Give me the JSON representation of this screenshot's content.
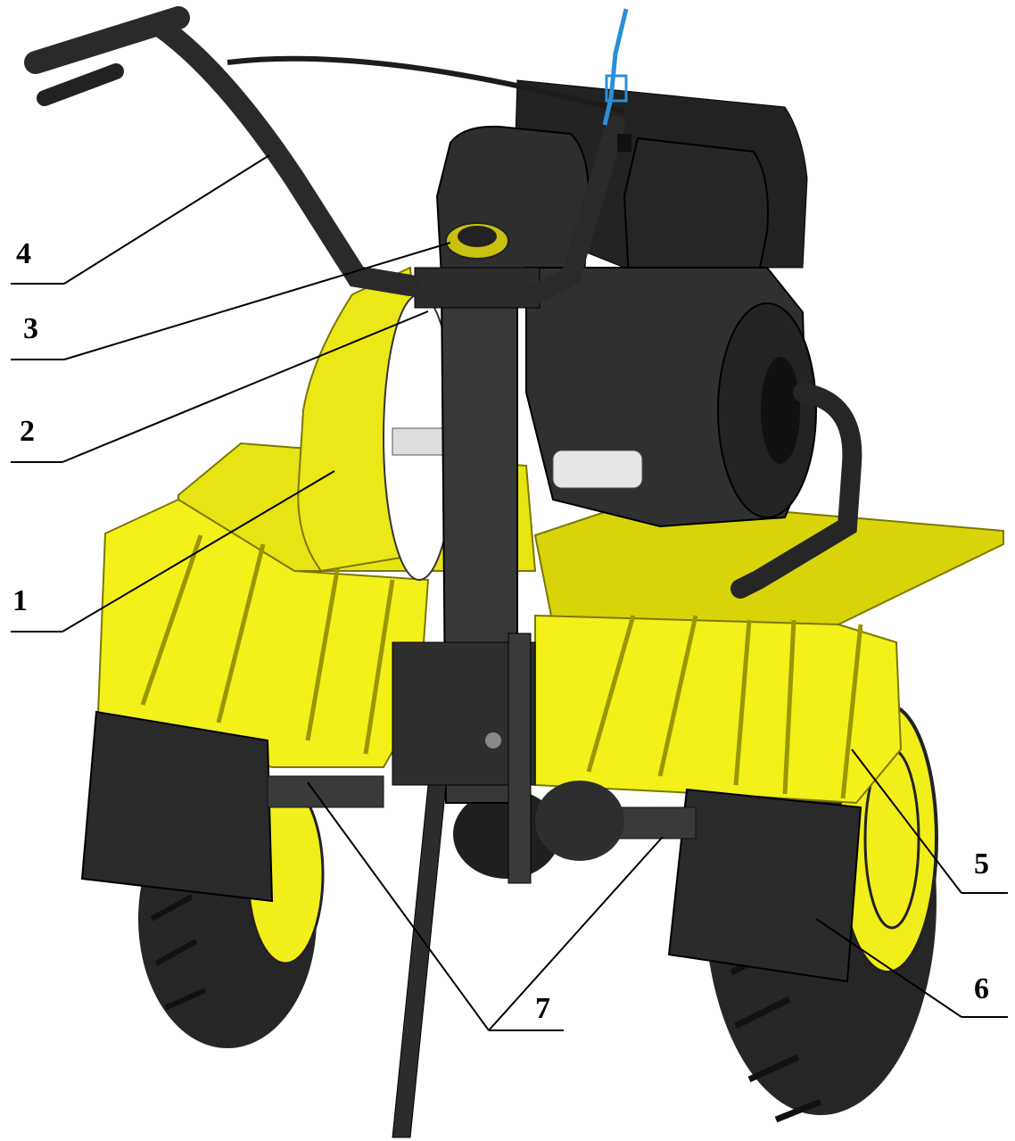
{
  "callouts": [
    {
      "id": "1",
      "label": "1"
    },
    {
      "id": "2",
      "label": "2"
    },
    {
      "id": "3",
      "label": "3"
    },
    {
      "id": "4",
      "label": "4"
    },
    {
      "id": "5",
      "label": "5"
    },
    {
      "id": "6",
      "label": "6"
    },
    {
      "id": "7",
      "label": "7"
    }
  ],
  "colors": {
    "body_yellow": "#f2ee1a",
    "body_yellow_dark": "#c9c40c",
    "engine_black": "#2b2b2b",
    "engine_dark": "#1a1a1a",
    "frame_dark": "#333333",
    "tire": "#262626",
    "cable_blue": "#2a8fd6",
    "line": "#000000"
  },
  "icons": {
    "machine": "walk-behind-tractor-illustration"
  }
}
